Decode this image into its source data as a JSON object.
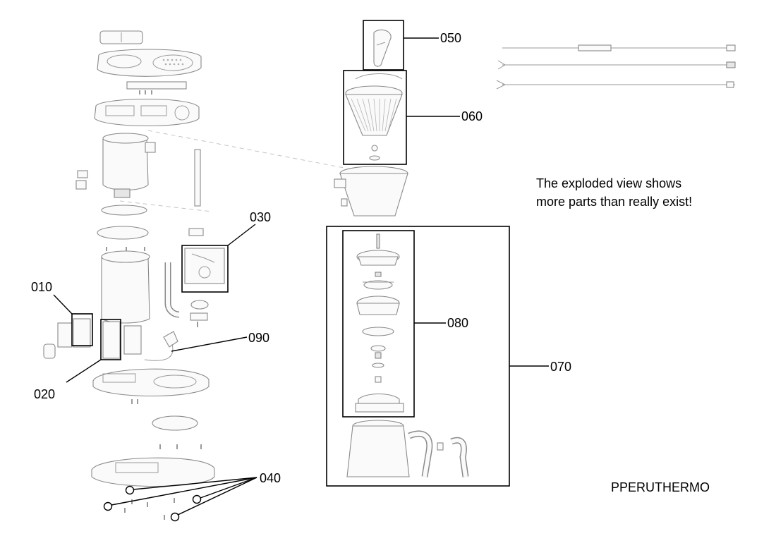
{
  "diagram": {
    "callouts": {
      "c010": "010",
      "c020": "020",
      "c030": "030",
      "c040": "040",
      "c050": "050",
      "c060": "060",
      "c070": "070",
      "c080": "080",
      "c090": "090"
    },
    "note_line1": "The exploded view shows",
    "note_line2": "more parts than really exist!",
    "model_label": "PPERUTHERMO"
  }
}
